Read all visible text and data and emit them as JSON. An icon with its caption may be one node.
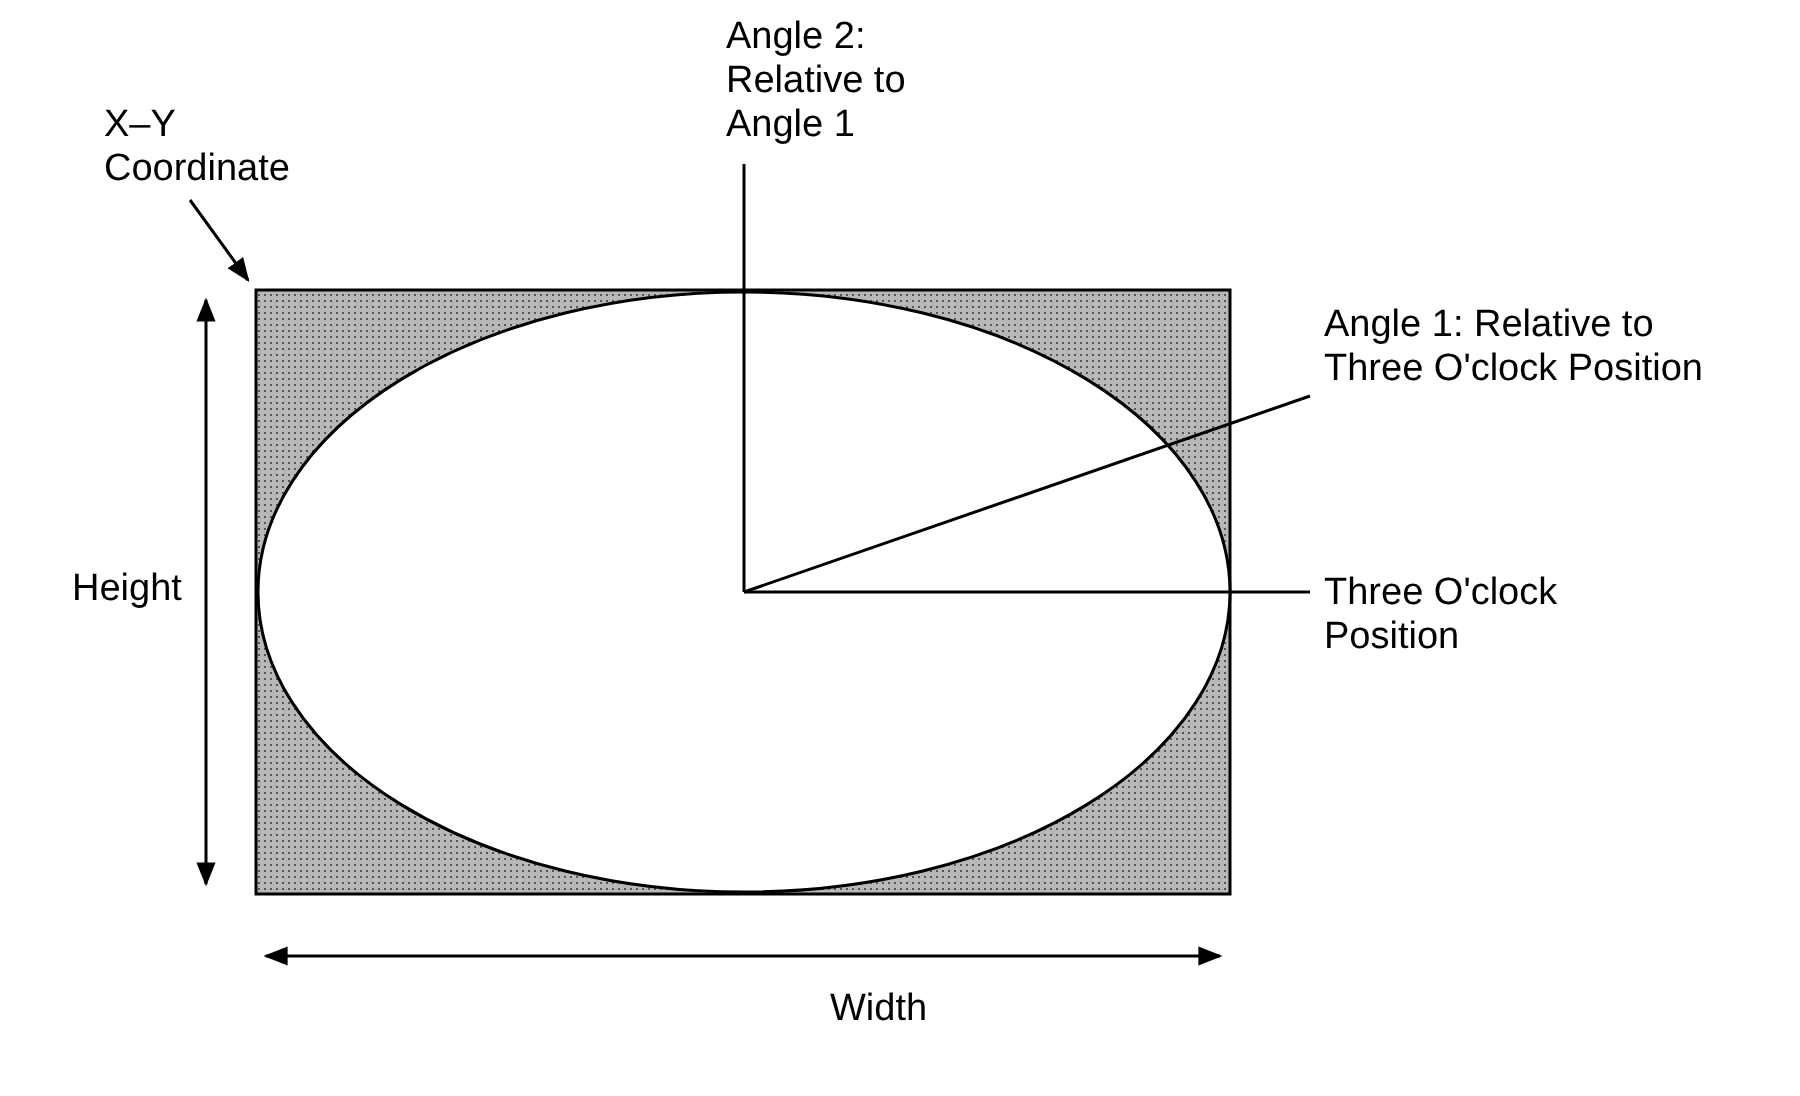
{
  "diagram": {
    "nodes": [
      {
        "text": [
          "Angle 2: Relative to Angle 1"
        ]
      },
      {
        "text": [
          "X–Y Coordinate"
        ]
      },
      {
        "text": [
          "Angle 1: Relative to Three O'clock Position"
        ]
      },
      {
        "text": [
          "Three O'clock Position"
        ]
      }
    ],
    "edges": [
      {
        "from": 0,
        "to": null,
        "arrow": "none"
      },
      {
        "from": 1,
        "to": null,
        "arrow": "to"
      },
      {
        "from": 2,
        "to": null,
        "arrow": "none"
      },
      {
        "from": 3,
        "to": null,
        "arrow": "none"
      }
    ],
    "labels": [
      "Height",
      "Width"
    ]
  }
}
